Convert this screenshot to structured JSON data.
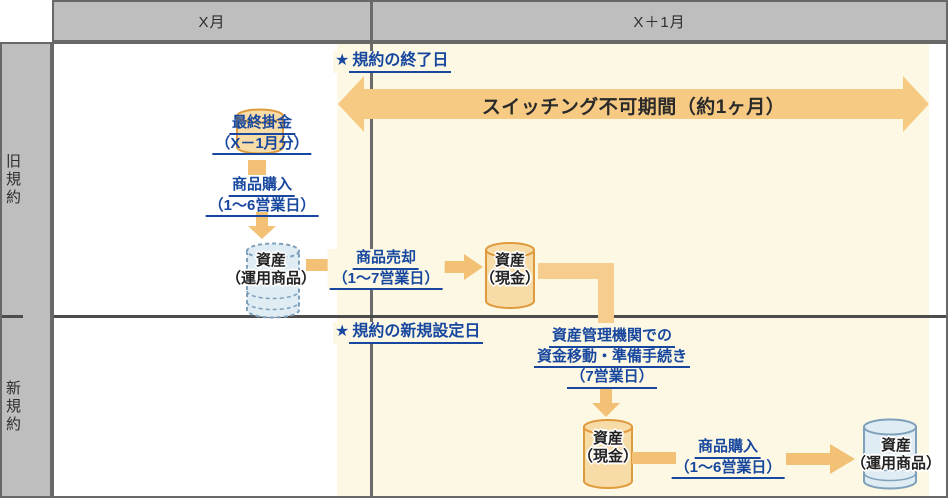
{
  "colors": {
    "header_bg": "#BEBEBE",
    "grid_border": "#686868",
    "row_divider": "#4C4C4C",
    "period_bg": "#FCF8E4",
    "arrow_orange": "#F6CA82",
    "connector_orange": "#F2C176",
    "cash_cylinder_fill": "#F8DCA8",
    "cash_cylinder_border": "#DE9A3C",
    "product_cylinder_fill": "#DFECF4",
    "product_cylinder_border": "#7FA0BA",
    "link_blue": "#17479E",
    "text_dark": "#2E2E2E"
  },
  "header": {
    "month_x": "X月",
    "month_x1": "X＋1月"
  },
  "row_labels": {
    "old": "旧規約",
    "new": "新規約"
  },
  "old_row": {
    "end_date": {
      "star": "★",
      "label": "規約の終了日"
    },
    "switching_period_label": "スイッチング不可期間（約1ヶ月）",
    "last_premium": {
      "line1": "最終掛金",
      "line2": "（X－1月分）"
    },
    "purchase": {
      "line1": "商品購入",
      "line2": "（1〜6営業日）"
    },
    "asset_product": {
      "line1": "資産",
      "line2": "（運用商品）"
    },
    "sell": {
      "line1": "商品売却",
      "line2": "（1〜7営業日）"
    },
    "asset_cash": {
      "line1": "資産",
      "line2": "（現金）"
    }
  },
  "new_row": {
    "setup_date": {
      "star": "★",
      "label": "規約の新規設定日"
    },
    "transfer": {
      "line1": "資産管理機関での",
      "line2": "資金移動・準備手続き",
      "line3": "（7営業日）"
    },
    "asset_cash": {
      "line1": "資産",
      "line2": "（現金）"
    },
    "purchase": {
      "line1": "商品購入",
      "line2": "（1〜6営業日）"
    },
    "asset_product": {
      "line1": "資産",
      "line2": "（運用商品）"
    }
  }
}
